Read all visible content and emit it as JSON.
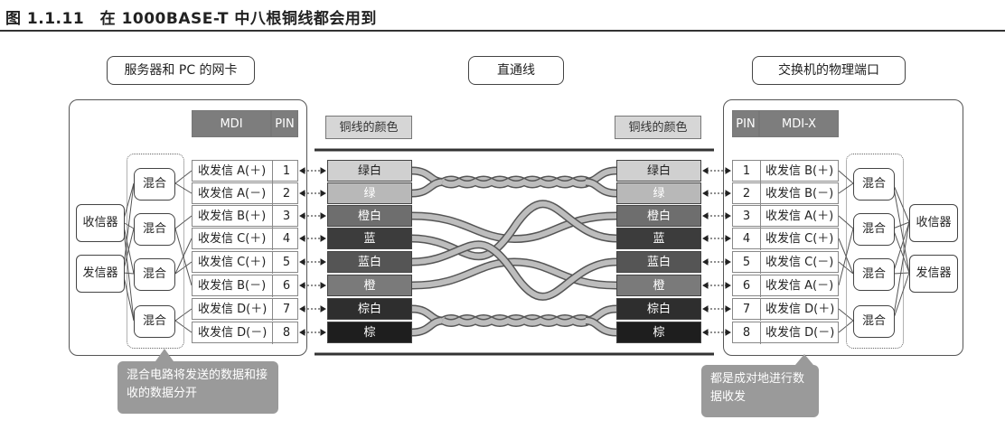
{
  "title": "图 1.1.11　在 1000BASE-T 中八根铜线都会用到",
  "labels": {
    "left_device": "服务器和 PC 的网卡",
    "cable": "直通线",
    "right_device": "交换机的物理端口"
  },
  "left": {
    "hdr_mdi": "MDI",
    "hdr_pin": "PIN",
    "hdr_color": "铜线的颜色",
    "mix": "混合",
    "receiver": "收信器",
    "transmitter": "发信器",
    "rows": [
      {
        "signal": "收发信 A(＋)",
        "pin": "1",
        "color": "绿白"
      },
      {
        "signal": "收发信 A(－)",
        "pin": "2",
        "color": "绿"
      },
      {
        "signal": "收发信 B(＋)",
        "pin": "3",
        "color": "橙白"
      },
      {
        "signal": "收发信 C(＋)",
        "pin": "4",
        "color": "蓝"
      },
      {
        "signal": "收发信 C(＋)",
        "pin": "5",
        "color": "蓝白"
      },
      {
        "signal": "收发信 B(－)",
        "pin": "6",
        "color": "橙"
      },
      {
        "signal": "收发信 D(＋)",
        "pin": "7",
        "color": "棕白"
      },
      {
        "signal": "收发信 D(－)",
        "pin": "8",
        "color": "棕"
      }
    ]
  },
  "right": {
    "hdr_mdi": "MDI-X",
    "hdr_pin": "PIN",
    "hdr_color": "铜线的颜色",
    "mix": "混合",
    "receiver": "收信器",
    "transmitter": "发信器",
    "rows": [
      {
        "signal": "收发信 B(＋)",
        "pin": "1",
        "color": "绿白"
      },
      {
        "signal": "收发信 B(－)",
        "pin": "2",
        "color": "绿"
      },
      {
        "signal": "收发信 A(＋)",
        "pin": "3",
        "color": "橙白"
      },
      {
        "signal": "收发信 C(＋)",
        "pin": "4",
        "color": "蓝"
      },
      {
        "signal": "收发信 C(－)",
        "pin": "5",
        "color": "蓝白"
      },
      {
        "signal": "收发信 A(－)",
        "pin": "6",
        "color": "橙"
      },
      {
        "signal": "收发信 D(＋)",
        "pin": "7",
        "color": "棕白"
      },
      {
        "signal": "收发信 D(－)",
        "pin": "8",
        "color": "棕"
      }
    ]
  },
  "callouts": {
    "left": "混合电路将发送的数据和接收的数据分开",
    "right": "都是成对地进行数据收发"
  },
  "colors": {
    "light_wire": "#bdbdbd",
    "mid_wire": "#7a7a7a",
    "dark_wire": "#3a3a3a",
    "callout_bg": "#9a9a9a"
  }
}
